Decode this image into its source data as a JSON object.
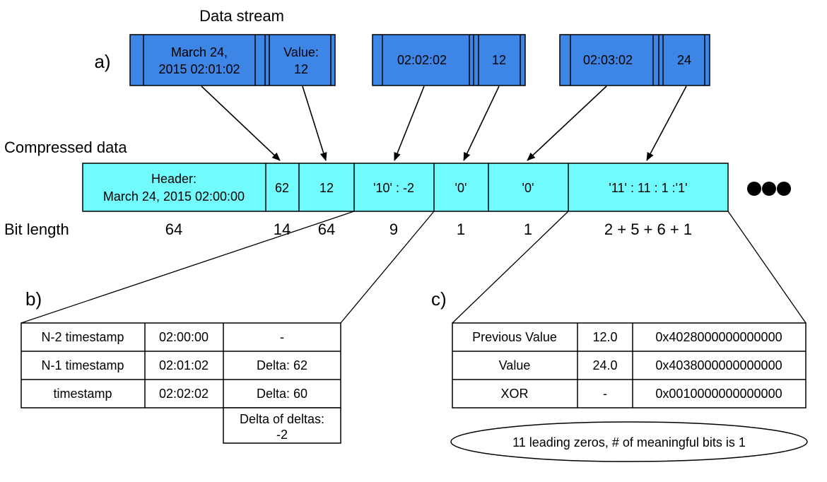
{
  "labels": {
    "data_stream": "Data stream",
    "a": "a)",
    "b": "b)",
    "c": "c)",
    "compressed_data": "Compressed data",
    "bit_length": "Bit length"
  },
  "stream": {
    "block1_time_line1": "March 24,",
    "block1_time_line2": "2015 02:01:02",
    "block1_value_line1": "Value:",
    "block1_value_line2": "12",
    "block2_time": "02:02:02",
    "block2_value": "12",
    "block3_time": "02:03:02",
    "block3_value": "24"
  },
  "compressed": {
    "header_line1": "Header:",
    "header_line2": "March 24, 2015 02:00:00",
    "cells": [
      "62",
      "12",
      "'10' : -2",
      "'0'",
      "'0'",
      "'11' : 11 : 1 :'1'"
    ],
    "bit_lengths": [
      "64",
      "14",
      "64",
      "9",
      "1",
      "1",
      "2 + 5 + 6 + 1"
    ]
  },
  "table_b": {
    "rows": [
      [
        "N-2 timestamp",
        "02:00:00",
        "-"
      ],
      [
        "N-1 timestamp",
        "02:01:02",
        "Delta: 62"
      ],
      [
        "timestamp",
        "02:02:02",
        "Delta: 60"
      ]
    ],
    "extra_line1": "Delta of deltas:",
    "extra_line2": "-2"
  },
  "table_c": {
    "rows": [
      [
        "Previous Value",
        "12.0",
        "0x4028000000000000"
      ],
      [
        "Value",
        "24.0",
        "0x4038000000000000"
      ],
      [
        "XOR",
        "-",
        "0x0010000000000000"
      ]
    ]
  },
  "note": "11 leading zeros, # of meaningful bits is 1",
  "colors": {
    "stream_block": "#3d86e6",
    "compressed_fill": "#72fbfd"
  }
}
